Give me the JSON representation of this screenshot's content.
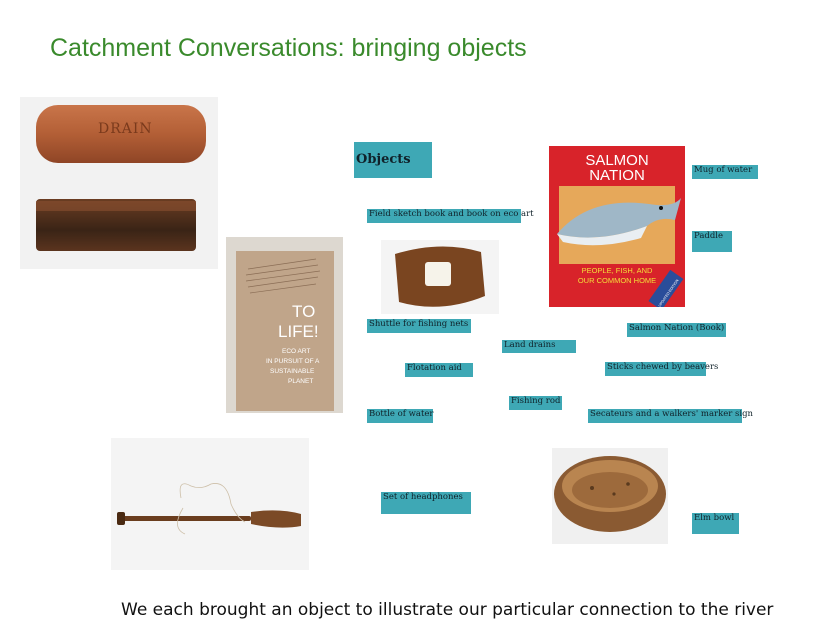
{
  "slide": {
    "title": "Catchment Conversations: bringing objects",
    "caption": "We each brought an object to illustrate our particular connection to the river"
  },
  "objects_heading": "Objects",
  "labels": {
    "field_sketch": "Field sketch book and book on eco art",
    "mug": "Mug of water",
    "paddle": "Paddle",
    "shuttle": "Shuttle for fishing nets",
    "salmon_nation": "Salmon Nation (Book)",
    "land_drains": "Land drains",
    "flotation": "Flotation aid",
    "sticks": "Sticks chewed by beavers",
    "fishing_rod": "Fishing rod",
    "bottle": "Bottle of water",
    "secateurs": "Secateurs and a walkers' marker sign",
    "headphones": "Set of headphones",
    "elm_bowl": "Elm bowl"
  },
  "photos": {
    "drain_text": "DRAIN",
    "book_title_1": "TO",
    "book_title_2": "LIFE!",
    "book_sub_1": "ECO ART",
    "book_sub_2": "IN PURSUIT OF A",
    "book_sub_3": "SUSTAINABLE",
    "book_sub_4": "PLANET",
    "salmon_title_1": "SALMON",
    "salmon_title_2": "NATION",
    "salmon_sub_1": "PEOPLE, FISH, AND",
    "salmon_sub_2": "OUR COMMON HOME",
    "salmon_badge": "UPDATED EDITION"
  },
  "colors": {
    "title_green": "#3a8a2c",
    "tag_teal": "#3ea8b5",
    "salmon_red": "#d8232a"
  }
}
